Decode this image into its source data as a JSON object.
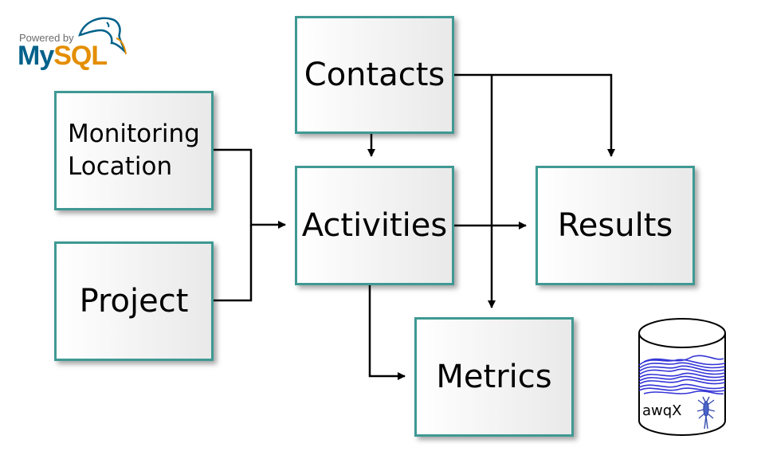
{
  "boxes": {
    "contacts": "Contacts",
    "monitoring_line1": "Monitoring",
    "monitoring_line2": "Location",
    "activities": "Activities",
    "results": "Results",
    "project": "Project",
    "metrics": "Metrics"
  },
  "logo": {
    "powered_by": "Powered by",
    "brand_part1": "My",
    "brand_part2": "SQL",
    "icon": "mysql-dolphin-icon"
  },
  "database": {
    "label": "awqX",
    "icon": "database-cylinder-icon"
  },
  "colors": {
    "box_border": "#3f9993",
    "arrow": "#000000",
    "mysql_blue": "#00618a",
    "mysql_orange": "#e48e00",
    "wave": "#2a2ad6"
  }
}
